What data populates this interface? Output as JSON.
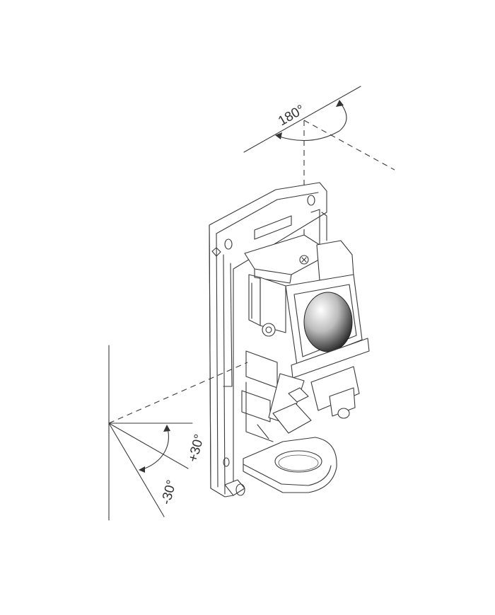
{
  "diagram": {
    "subject": "camera module mounted on wall bracket",
    "labels": {
      "pan_angle": "180°",
      "tilt_up": "+30°",
      "tilt_down": "-30°"
    },
    "colors": {
      "background": "#ffffff",
      "line": "#3a3a3a"
    }
  }
}
